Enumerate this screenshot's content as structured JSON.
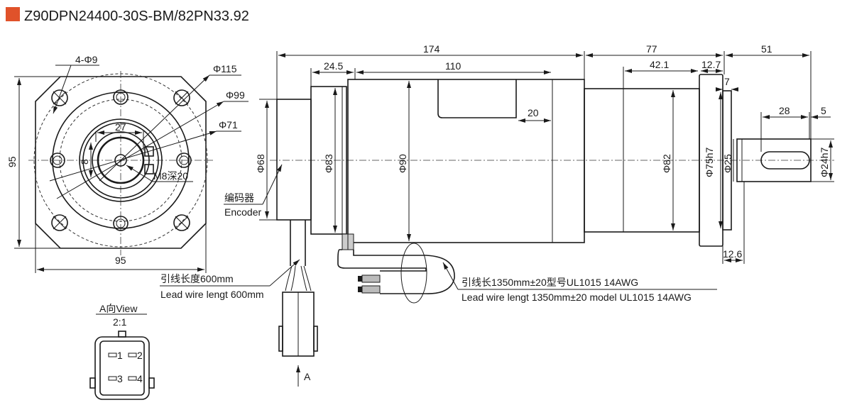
{
  "title": "Z90DPN24400-30S-BM/82PN33.92",
  "accent_color": "#e0522a",
  "front_view": {
    "holes": "4-Φ9",
    "d115": "Φ115",
    "d99": "Φ99",
    "d71": "Φ71",
    "dim27": "27",
    "dim8": "8",
    "thread": "M8深20",
    "height": "95",
    "width": "95"
  },
  "side_view": {
    "total_motor": "174",
    "gearbox": "77",
    "shaft": "51",
    "encoder_len": "24.5",
    "body_len": "110",
    "gear_len": "42.1",
    "flange": "12.7",
    "pilot": "7",
    "shaft_key": "28",
    "key_offset": "5",
    "box20": "20",
    "flange_thk": "12.6",
    "d68": "Φ68",
    "d83": "Φ83",
    "d90": "Φ90",
    "d82": "Φ82",
    "d75": "Φ75h7",
    "d25": "Φ25",
    "d24": "Φ24h7",
    "encoder_cn": "编码器",
    "encoder_en": "Encoder",
    "lead_cn": "引线长度600mm",
    "lead_en": "Lead wire lengt 600mm",
    "power_cn": "引线长1350mm±20型号UL1015 14AWG",
    "power_en": "Lead wire lengt 1350mm±20 model UL1015 14AWG",
    "arrow_a": "A"
  },
  "connector_view": {
    "label": "A向View",
    "scale": "2:1",
    "pins": [
      "1",
      "2",
      "3",
      "4"
    ]
  }
}
